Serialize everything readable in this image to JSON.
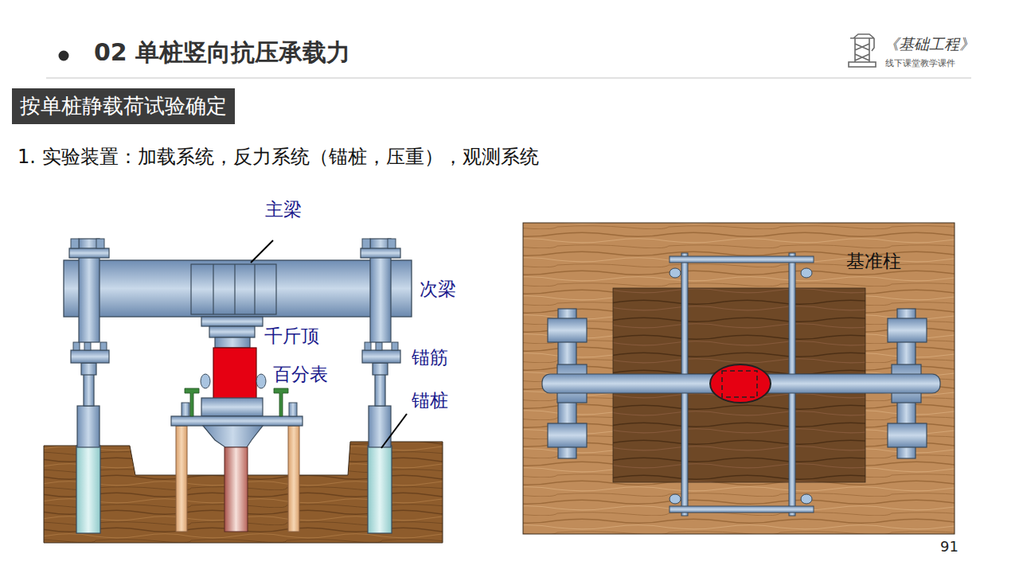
{
  "diagram": {
    "title": "02 单桩竖向抗压承载力",
    "nodes": [
      {
        "text": [
          "按单桩静载荷试验确定"
        ]
      }
    ],
    "labels": [
      "《基础工程》",
      "线下课堂教学课件",
      "1. 实验装置：加载系统，反力系统（锚桩，压重），观测系统",
      "主梁",
      "次梁",
      "千斤顶",
      "百分表",
      "锚筋",
      "锚桩",
      "基准柱",
      "91"
    ]
  }
}
